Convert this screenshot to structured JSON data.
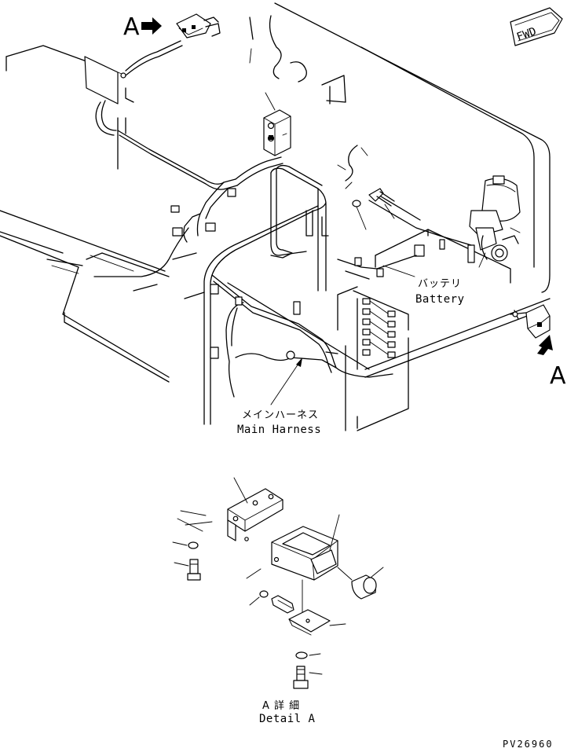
{
  "labels": {
    "view_marker_top": "A",
    "view_marker_right": "A",
    "direction_tag": "FWD",
    "battery_jp": "バッテリ",
    "battery_en": "Battery",
    "harness_jp": "メインハーネス",
    "harness_en": "Main Harness",
    "detail_jp": "A 詳 細",
    "detail_en": "Detail A",
    "drawing_code": "PV26960"
  }
}
